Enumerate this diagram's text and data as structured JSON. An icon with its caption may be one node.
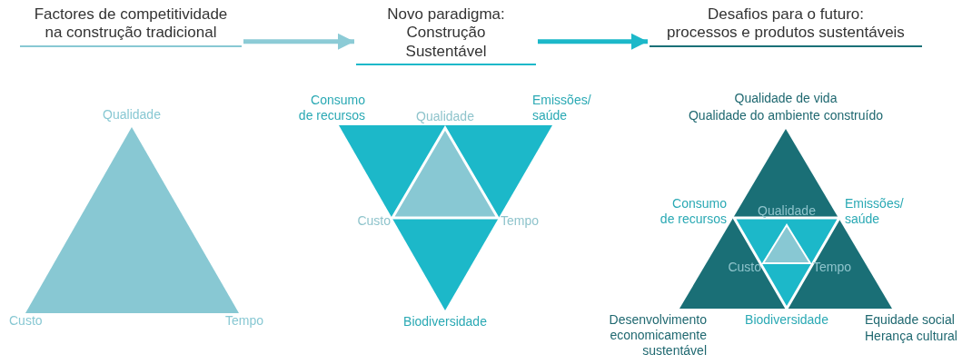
{
  "diagram": {
    "nodes": [
      {
        "text": [
          "Factores de competitividade na construção tradicional"
        ]
      },
      {
        "text": [
          "Novo paradigma: Construção Sustentável"
        ]
      },
      {
        "text": [
          "Desafios para o futuro: processos e produtos sustentáveis"
        ]
      },
      {
        "text": [
          "Qualidade",
          "Custo",
          "Tempo"
        ]
      },
      {
        "text": [
          "Consumo de recursos",
          "Emissões/ saúde",
          "Biodiversidade"
        ]
      },
      {
        "text": [
          "Qualidade",
          "Custo",
          "Tempo"
        ],
        "in": 4
      },
      {
        "text": [
          "Qualidade de vida",
          "Qualidade do ambiente construído",
          "Desenvolvimento economicamente sustentável",
          "Equidade social",
          "Herança cultural"
        ]
      },
      {
        "text": [
          "Consumo de recursos",
          "Emissões/ saúde",
          "Biodiversidade"
        ],
        "in": 6
      },
      {
        "text": [
          "Qualidade",
          "Custo",
          "Tempo"
        ],
        "in": 7
      }
    ],
    "edges": [
      {
        "from": 0,
        "to": 1,
        "arrow": "to",
        "color": "#8ccbd6"
      },
      {
        "from": 1,
        "to": 2,
        "arrow": "to",
        "color": "#1cb8c9"
      }
    ]
  }
}
